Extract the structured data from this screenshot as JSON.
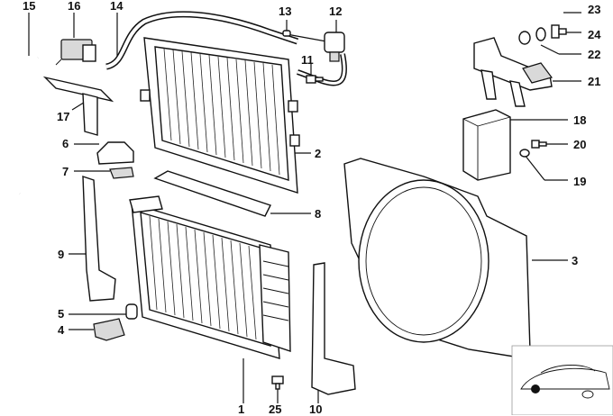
{
  "diagram": {
    "callouts": [
      {
        "id": "c1",
        "label": "1"
      },
      {
        "id": "c2",
        "label": "2"
      },
      {
        "id": "c3",
        "label": "3"
      },
      {
        "id": "c4",
        "label": "4"
      },
      {
        "id": "c5",
        "label": "5"
      },
      {
        "id": "c6",
        "label": "6"
      },
      {
        "id": "c7",
        "label": "7"
      },
      {
        "id": "c8",
        "label": "8"
      },
      {
        "id": "c9",
        "label": "9"
      },
      {
        "id": "c10",
        "label": "10"
      },
      {
        "id": "c11",
        "label": "11"
      },
      {
        "id": "c12",
        "label": "12"
      },
      {
        "id": "c13",
        "label": "13"
      },
      {
        "id": "c14",
        "label": "14"
      },
      {
        "id": "c15",
        "label": "15"
      },
      {
        "id": "c16",
        "label": "16"
      },
      {
        "id": "c17",
        "label": "17"
      },
      {
        "id": "c18",
        "label": "18"
      },
      {
        "id": "c19",
        "label": "19"
      },
      {
        "id": "c20",
        "label": "20"
      },
      {
        "id": "c21",
        "label": "21"
      },
      {
        "id": "c22",
        "label": "22"
      },
      {
        "id": "c23",
        "label": "23"
      },
      {
        "id": "c24",
        "label": "24"
      },
      {
        "id": "c25",
        "label": "25"
      }
    ]
  }
}
